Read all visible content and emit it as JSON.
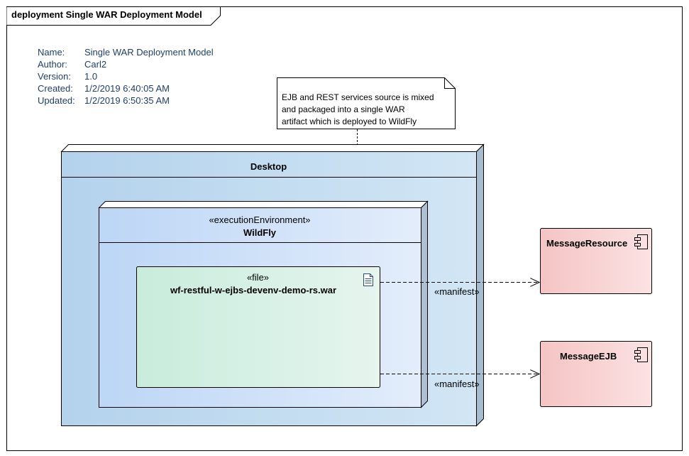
{
  "frame": {
    "title": "deployment Single WAR Deployment Model"
  },
  "metadata": [
    {
      "label": "Name:",
      "value": "Single WAR Deployment Model"
    },
    {
      "label": "Author:",
      "value": "Carl2"
    },
    {
      "label": "Version:",
      "value": "1.0"
    },
    {
      "label": "Created:",
      "value": "1/2/2019 6:40:05 AM"
    },
    {
      "label": "Updated:",
      "value": "1/2/2019 6:50:35 AM"
    }
  ],
  "note": {
    "lines": [
      "EJB and REST services source is mixed",
      "and packaged into a single WAR",
      "artifact which is deployed to WildFly"
    ]
  },
  "desktop": {
    "name": "Desktop"
  },
  "wildfly": {
    "stereotype": "«executionEnvironment»",
    "name": "WildFly"
  },
  "artifact": {
    "stereotype": "«file»",
    "name": "wf-restful-w-ejbs-devenv-demo-rs.war",
    "icon": "document-icon"
  },
  "components": [
    {
      "name": "MessageResource",
      "icon": "component-icon"
    },
    {
      "name": "MessageEJB",
      "icon": "component-icon"
    }
  ],
  "relations": [
    {
      "label": "«manifest»",
      "target": "MessageResource"
    },
    {
      "label": "«manifest»",
      "target": "MessageEJB"
    }
  ],
  "colors": {
    "node_fill": "#c9e0f1",
    "node_gradient_start": "#b6d4ec",
    "env_fill": "#d3e4fa",
    "artifact_fill": "#d7efe4",
    "component_fill": "#f7d0d0",
    "meta_text": "#1f3f6b"
  }
}
